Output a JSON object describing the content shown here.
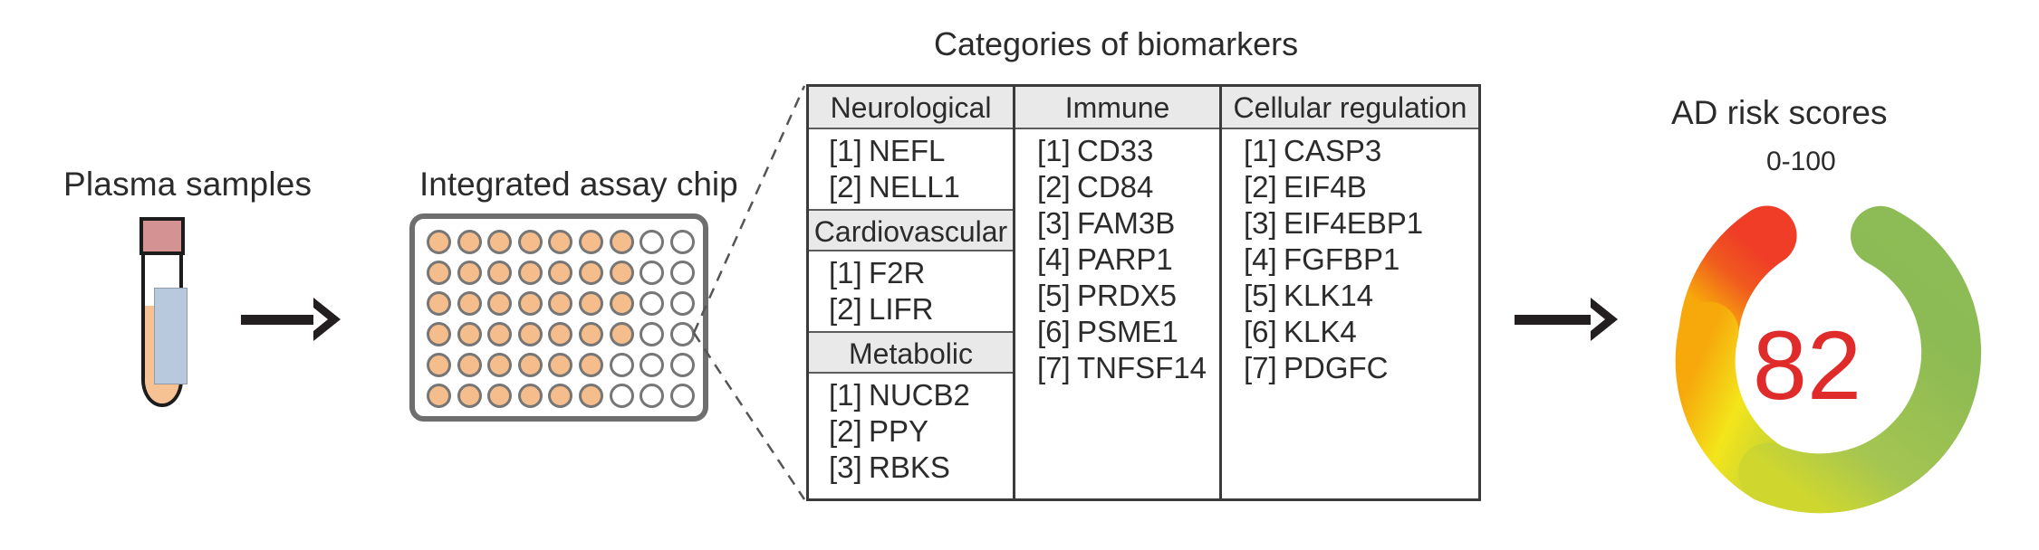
{
  "stages": {
    "plasma": {
      "title": "Plasma samples"
    },
    "chip": {
      "title": "Integrated assay chip"
    },
    "table": {
      "title": "Categories of biomarkers"
    },
    "score": {
      "title": "AD risk scores",
      "range": "0-100",
      "value": "82"
    }
  },
  "colors": {
    "well_filled": "#f5bd8b",
    "well_empty": "#ffffff",
    "well_stroke": "#767676",
    "tube_cap": "#d49292",
    "tube_liquid": "#f6c293",
    "tube_insert": "#b8c9de",
    "arrow": "#231f20",
    "header_fill": "#e9e9e9",
    "score_text": "#e02b2b",
    "gauge_red": "#e8322a",
    "gauge_orange": "#f7a20d",
    "gauge_yellow": "#f2e119",
    "gauge_green": "#8cba53"
  },
  "chip": {
    "rows": 6,
    "cols": 9,
    "filled_per_row": [
      7,
      7,
      7,
      7,
      6,
      6
    ]
  },
  "table": {
    "columns": [
      {
        "header": "Neurological",
        "sections": [
          {
            "header": "Neurological",
            "items": [
              {
                "num": "[1]",
                "name": "NEFL"
              },
              {
                "num": "[2]",
                "name": "NELL1"
              }
            ]
          },
          {
            "header": "Cardiovascular",
            "items": [
              {
                "num": "[1]",
                "name": "F2R"
              },
              {
                "num": "[2]",
                "name": "LIFR"
              }
            ]
          },
          {
            "header": "Metabolic",
            "items": [
              {
                "num": "[1]",
                "name": "NUCB2"
              },
              {
                "num": "[2]",
                "name": "PPY"
              },
              {
                "num": "[3]",
                "name": "RBKS"
              }
            ]
          }
        ]
      },
      {
        "header": "Immune",
        "sections": [
          {
            "header": "Immune",
            "items": [
              {
                "num": "[1]",
                "name": "CD33"
              },
              {
                "num": "[2]",
                "name": "CD84"
              },
              {
                "num": "[3]",
                "name": "FAM3B"
              },
              {
                "num": "[4]",
                "name": "PARP1"
              },
              {
                "num": "[5]",
                "name": "PRDX5"
              },
              {
                "num": "[6]",
                "name": "PSME1"
              },
              {
                "num": "[7]",
                "name": "TNFSF14"
              }
            ]
          }
        ]
      },
      {
        "header": "Cellular regulation",
        "sections": [
          {
            "header": "Cellular regulation",
            "items": [
              {
                "num": "[1]",
                "name": "CASP3"
              },
              {
                "num": "[2]",
                "name": "EIF4B"
              },
              {
                "num": "[3]",
                "name": "EIF4EBP1"
              },
              {
                "num": "[4]",
                "name": "FGFBP1"
              },
              {
                "num": "[5]",
                "name": "KLK14"
              },
              {
                "num": "[6]",
                "name": "KLK4"
              },
              {
                "num": "[7]",
                "name": "PDGFC"
              }
            ]
          }
        ]
      }
    ]
  }
}
